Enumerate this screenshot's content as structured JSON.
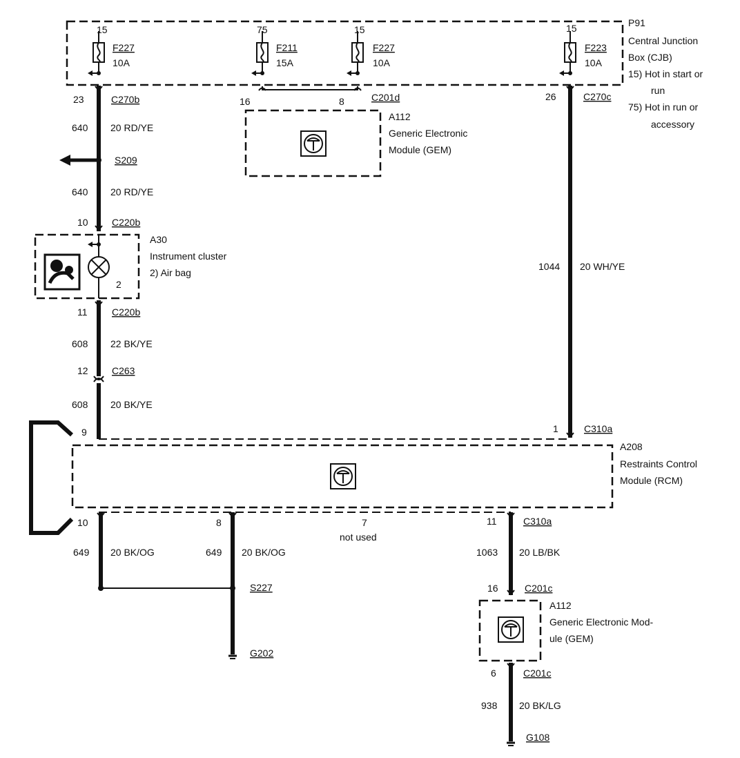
{
  "cjb": {
    "pin_top_1": "15",
    "pin_top_2": "75",
    "pin_top_3": "15",
    "pin_top_4": "15",
    "f1_name": "F227",
    "f1_amp": "10A",
    "f2_name": "F211",
    "f2_amp": "15A",
    "f3_name": "F227",
    "f3_amp": "10A",
    "f4_name": "F223",
    "f4_amp": "10A",
    "id": "P91",
    "title_1": "Central Junction",
    "title_2": "Box (CJB)",
    "note_1": "15)   Hot in start or",
    "note_1b": "run",
    "note_2": "75)   Hot in run or",
    "note_2b": "accessory"
  },
  "left_branch": {
    "pin_23": "23",
    "conn_c270b": "C270b",
    "circuit_640a": "640",
    "wire_640a": "20 RD/YE",
    "splice_s209": "S209",
    "circuit_640b": "640",
    "wire_640b": "20 RD/YE",
    "pin_10": "10",
    "conn_c220b_top": "C220b",
    "pin_11": "11",
    "conn_c220b_bot": "C220b",
    "circuit_608a": "608",
    "wire_608a": "22 BK/YE",
    "pin_12": "12",
    "conn_c263": "C263",
    "circuit_608b": "608",
    "wire_608b": "20 BK/YE"
  },
  "cluster": {
    "id": "A30",
    "title": "Instrument cluster",
    "note": "2)     Air bag",
    "lamp_pin": "2"
  },
  "gem_top": {
    "pin_16": "16",
    "pin_8": "8",
    "conn": "C201d",
    "id": "A112",
    "title_1": "Generic Electronic",
    "title_2": "Module (GEM)"
  },
  "right_branch": {
    "pin_26": "26",
    "conn_c270c": "C270c",
    "circuit_1044": "1044",
    "wire_1044": "20 WH/YE",
    "pin_1": "1",
    "conn_c310a": "C310a"
  },
  "rcm": {
    "id": "A208",
    "title_1": "Restraints Control",
    "title_2": "Module (RCM)",
    "pin_9": "9",
    "pin_10": "10",
    "pin_8": "8",
    "pin_7": "7",
    "not_used": "not used",
    "pin_11": "11",
    "conn_c310a_b": "C310a"
  },
  "ground_branch": {
    "circuit_649a": "649",
    "wire_649a": "20 BK/OG",
    "circuit_649b": "649",
    "wire_649b": "20 BK/OG",
    "splice_s227": "S227",
    "ground_g202": "G202"
  },
  "gem_bottom": {
    "circuit_1063": "1063",
    "wire_1063": "20 LB/BK",
    "pin_16": "16",
    "conn_top": "C201c",
    "id": "A112",
    "title_1": "Generic Electronic Mod-",
    "title_2": "ule (GEM)",
    "pin_6": "6",
    "conn_bot": "C201c",
    "circuit_938": "938",
    "wire_938": "20 BK/LG",
    "ground_g108": "G108"
  }
}
